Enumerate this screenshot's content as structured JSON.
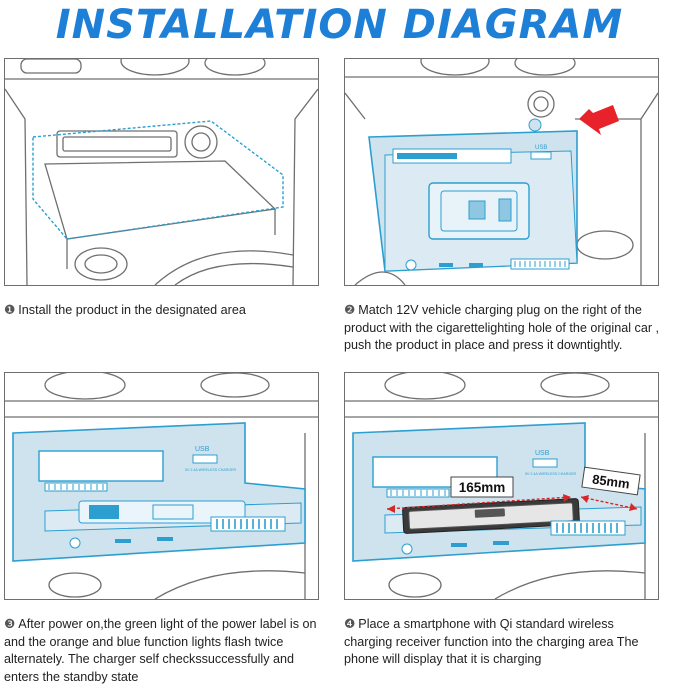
{
  "title": "INSTALLATION DIAGRAM",
  "colors": {
    "title": "#1e7fd6",
    "outline": "#6f6f6f",
    "device_fill": "#cfe3ee",
    "device_stroke": "#2c9fd0",
    "arrow": "#e8222a",
    "dimension": "#d82626"
  },
  "device": {
    "usb_label": "USB",
    "spec_label": "5V 2.4A WIRELESS CHARGER"
  },
  "dimensions": {
    "length": "165mm",
    "width": "85mm"
  },
  "steps": [
    {
      "number": "❶",
      "text": "Install the product in the designated area"
    },
    {
      "number": "❷",
      "text": "Match 12V vehicle charging plug on the right of the product with the cigarettelighting hole of the original car , push the product in place and press it downtightly."
    },
    {
      "number": "❸",
      "text": "After power on,the green light of the power label is on and the orange and blue function lights flash twice alternately. The charger self checkssuccessfully and enters the standby state"
    },
    {
      "number": "❹",
      "text": "Place a smartphone with Qi standard wireless charging receiver function into the charging area The phone will display that it is charging"
    }
  ]
}
